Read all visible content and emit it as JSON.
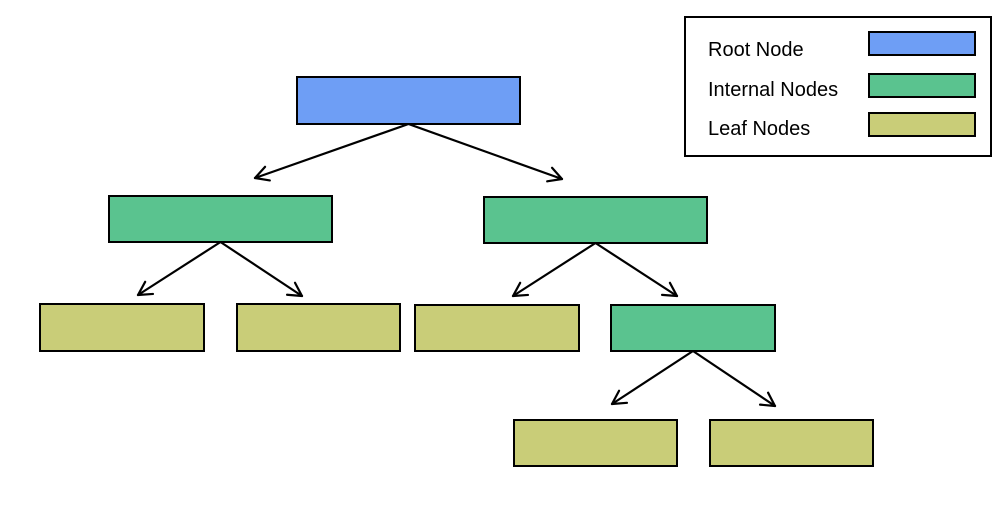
{
  "colors": {
    "root": "#6e9ef5",
    "internal": "#5ac38f",
    "leaf": "#c9cd78",
    "border": "#000000",
    "background": "#ffffff"
  },
  "legend": {
    "items": [
      {
        "label": "Root Node",
        "type": "root"
      },
      {
        "label": "Internal Nodes",
        "type": "internal"
      },
      {
        "label": "Leaf Nodes",
        "type": "leaf"
      }
    ]
  },
  "tree": {
    "nodes": [
      {
        "id": "n0",
        "type": "root"
      },
      {
        "id": "n1",
        "type": "internal"
      },
      {
        "id": "n2",
        "type": "internal"
      },
      {
        "id": "n3",
        "type": "leaf"
      },
      {
        "id": "n4",
        "type": "leaf"
      },
      {
        "id": "n5",
        "type": "leaf"
      },
      {
        "id": "n6",
        "type": "internal"
      },
      {
        "id": "n7",
        "type": "leaf"
      },
      {
        "id": "n8",
        "type": "leaf"
      }
    ],
    "edges": [
      {
        "from": "n0",
        "to": "n1"
      },
      {
        "from": "n0",
        "to": "n2"
      },
      {
        "from": "n1",
        "to": "n3"
      },
      {
        "from": "n1",
        "to": "n4"
      },
      {
        "from": "n2",
        "to": "n5"
      },
      {
        "from": "n2",
        "to": "n6"
      },
      {
        "from": "n6",
        "to": "n7"
      },
      {
        "from": "n6",
        "to": "n8"
      }
    ]
  }
}
